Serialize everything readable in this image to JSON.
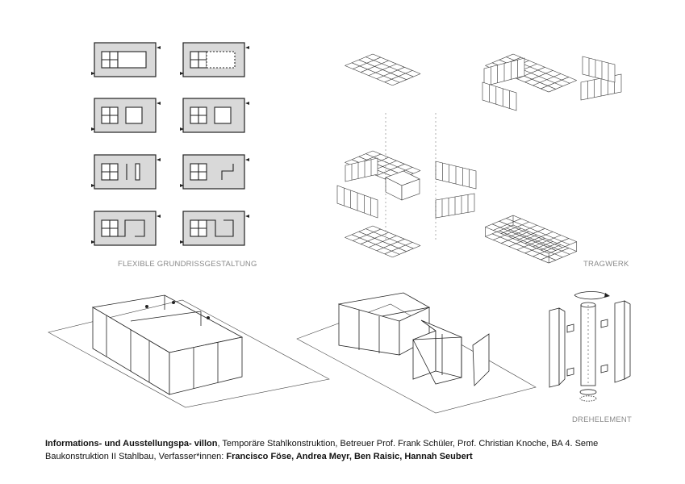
{
  "labels": {
    "grundriss": "FLEXIBLE GRUNDRISSGESTALTUNG",
    "tragwerk": "TRAGWERK",
    "drehelement": "DREHELEMENT"
  },
  "caption": {
    "line1_bold": "Informations- und Ausstellungspa- villon",
    "line1_rest": ", Temporäre Stahlkonstruktion, Betreuer Prof. Frank Schüler, Prof. Christian Knoche, BA 4. Seme",
    "line2_rest": "Baukonstruktion II Stahlbau, Verfasser*innen: ",
    "line2_bold": "Francisco Föse, Andrea Meyr, Ben Raisic, Hannah Seubert"
  },
  "colors": {
    "line": "#222222",
    "panel_fill": "#d9d9d9",
    "label": "#8a8a8a"
  }
}
